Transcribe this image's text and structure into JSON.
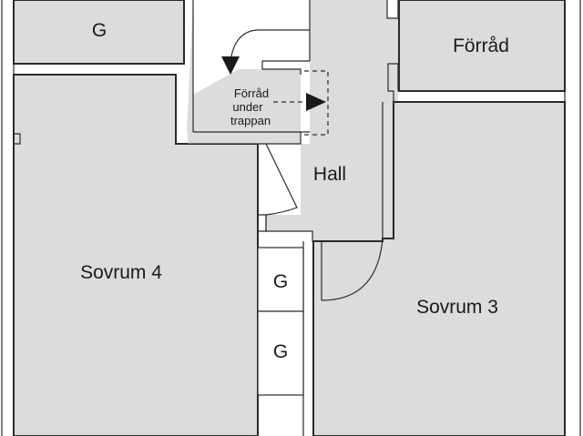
{
  "labels": {
    "garderob_top": "G",
    "forrad": "Förråd",
    "forrad_under_1": "Förråd",
    "forrad_under_2": "under",
    "forrad_under_3": "trappan",
    "hall": "Hall",
    "sovrum4": "Sovrum 4",
    "sovrum3": "Sovrum 3",
    "garderob_1": "G",
    "garderob_2": "G"
  },
  "colors": {
    "room_fill": "#dcdcdc",
    "wall": "#2b2b2b",
    "background": "#ffffff"
  }
}
